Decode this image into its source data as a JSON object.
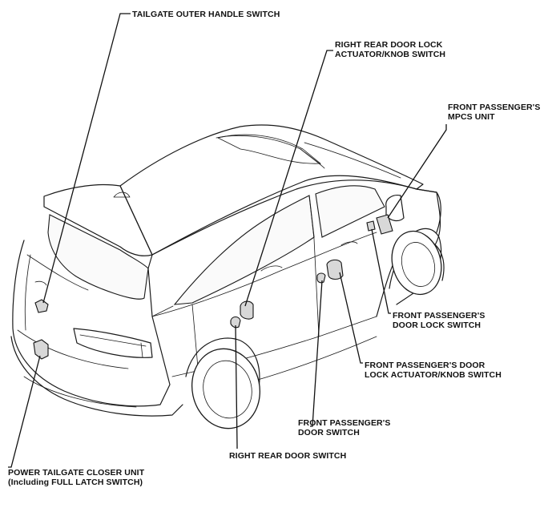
{
  "callouts": {
    "tailgate_outer_handle_switch": [
      "TAILGATE OUTER HANDLE SWITCH"
    ],
    "right_rear_door_lock_actuator": [
      "RIGHT REAR DOOR LOCK",
      "ACTUATOR/KNOB SWITCH"
    ],
    "front_passenger_mpcs_unit": [
      "FRONT PASSENGER'S",
      "MPCS UNIT"
    ],
    "front_passenger_door_lock_switch": [
      "FRONT PASSENGER'S",
      "DOOR LOCK SWITCH"
    ],
    "front_passenger_door_lock_actuator": [
      "FRONT PASSENGER'S DOOR",
      "LOCK ACTUATOR/KNOB SWITCH"
    ],
    "front_passenger_door_switch": [
      "FRONT PASSENGER'S",
      "DOOR SWITCH"
    ],
    "right_rear_door_switch": [
      "RIGHT REAR DOOR SWITCH"
    ],
    "power_tailgate_closer_unit": [
      "POWER TAILGATE CLOSER UNIT",
      "(Including FULL LATCH SWITCH)"
    ]
  }
}
